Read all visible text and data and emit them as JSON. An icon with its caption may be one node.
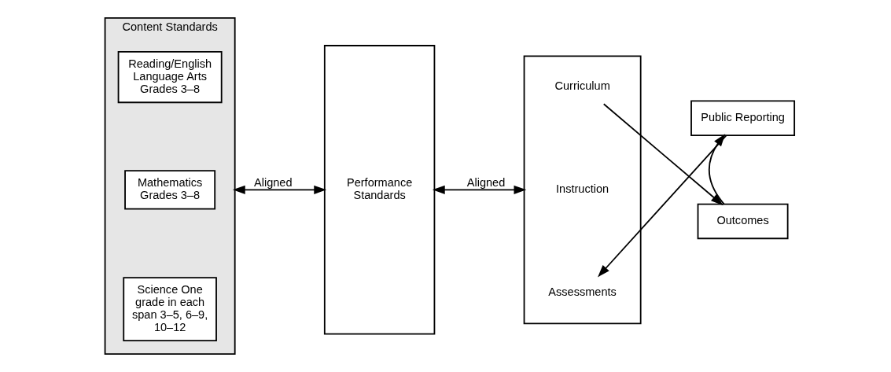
{
  "diagram": {
    "nodes": [
      {
        "text": [
          "Content Standards"
        ]
      },
      {
        "text": [
          "Reading/English Language Arts Grades 3–8"
        ],
        "in": 0
      },
      {
        "text": [
          "Mathematics Grades 3–8"
        ],
        "in": 0
      },
      {
        "text": [
          "Science One grade in each span 3–5, 6–9, 10–12"
        ],
        "in": 0
      },
      {
        "text": [
          "Performance Standards"
        ]
      },
      {
        "text": [],
        "shape": "box"
      },
      {
        "text": [
          "Curriculum"
        ],
        "in": 5
      },
      {
        "text": [
          "Instruction"
        ],
        "in": 5
      },
      {
        "text": [
          "Assessments"
        ],
        "in": 5
      },
      {
        "text": [
          "Outcomes"
        ]
      },
      {
        "text": [
          "Public Reporting"
        ]
      }
    ],
    "edges": [
      {
        "from": 0,
        "to": 4,
        "arrow": "both",
        "label": "Aligned"
      },
      {
        "from": 4,
        "to": 5,
        "arrow": "both",
        "label": "Aligned"
      },
      {
        "from": 6,
        "to": 9,
        "arrow": "to"
      },
      {
        "from": 9,
        "to": 10,
        "arrow": "to"
      },
      {
        "from": 10,
        "to": 8,
        "arrow": "to"
      }
    ]
  }
}
